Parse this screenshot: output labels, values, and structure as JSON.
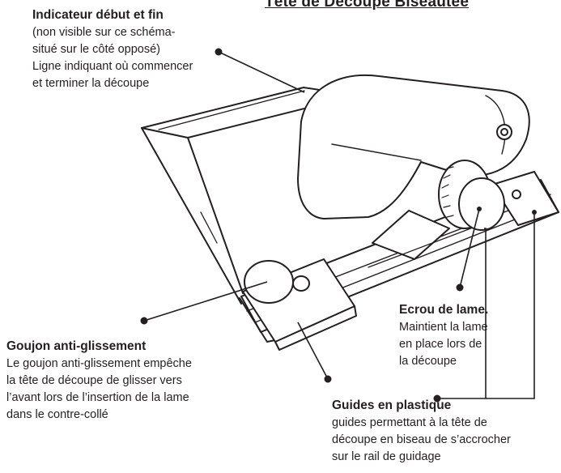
{
  "title": "Tête de Découpe Biseautée",
  "labels": {
    "indicateur": {
      "heading": "Indicateur début et fin",
      "text": "(non visible sur ce schéma-\nsitué sur le côté opposé)\nLigne indiquant où commencer\net terminer la découpe"
    },
    "goujon": {
      "heading": "Goujon anti-glissement",
      "text": "Le goujon anti-glissement empêche\nla tête de découpe de glisser vers\nl’avant lors de l’insertion de la lame\ndans le contre-collé"
    },
    "ecrou": {
      "heading": "Ecrou de lame.",
      "text": "Maintient la lame\nen place lors de\nla découpe"
    },
    "guides": {
      "heading": "Guides en plastique",
      "text": "guides permettant à la tête de\ndécoupe en biseau de s’accrocher\nsur le rail de guidage"
    }
  }
}
